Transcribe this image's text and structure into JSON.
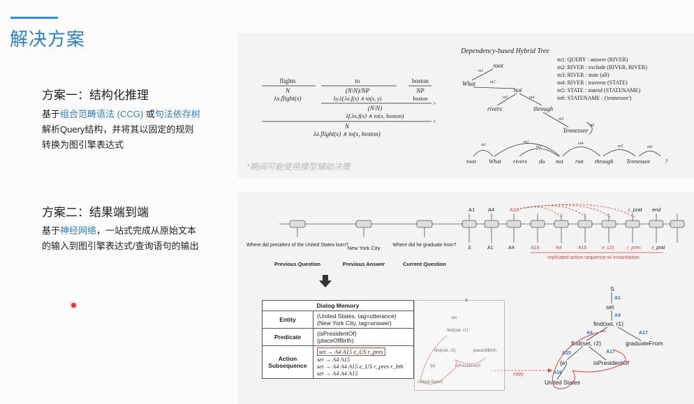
{
  "page": {
    "title": "解决方案"
  },
  "solution1": {
    "heading": "方案一：结构化推理",
    "desc_parts": [
      "基于",
      "组合范畴语法 (CCG)",
      " 或",
      "句法依存树",
      "解析Query结构，并将其以固定的规则转换为图引擎表达式"
    ]
  },
  "solution2": {
    "heading": "方案二：结果端到端",
    "desc_parts": [
      "基于",
      "神经网络",
      "，一站式完成从原始文本的输入到图引擎表达式/查询语句的输出"
    ]
  },
  "panel1": {
    "ccg": {
      "words": [
        "flights",
        "to",
        "boston"
      ],
      "cat_flights": "N",
      "sem_flights": "λx.flight(x)",
      "cat_to": "(N\\N)/NP",
      "sem_to": "λy.λf.λx.f(x) ∧ to(x, y)",
      "cat_boston": "NP",
      "sem_boston": "boston",
      "cat_to2": "(N\\N)",
      "sem_to2": "λf.λx.f(x) ∧ to(x, boston)",
      "cat_final": "N",
      "sem_final": "λx.flight(x) ∧ to(x, boston)",
      "op1": ">",
      "op2": "<"
    },
    "dep_title": "Dependency-based Hybrid Tree",
    "tree_nodes": [
      "root",
      "What",
      "not",
      "rivers",
      "through",
      "Tennessee"
    ],
    "edge_labels": [
      "m1",
      "m2",
      "m3",
      "m4",
      "m5",
      "m6"
    ],
    "mrs": [
      "m1: QUERY : answer (RIVER)",
      "m2: RIVER : exclude (RIVER, RIVER)",
      "m3: RIVER : state (all)",
      "m4: RIVER : traverse (STATE)",
      "m5: STATE : stateid (STATENAME)",
      "m6: STATENAME : ('tennessee')"
    ],
    "sentence": [
      "root",
      "What",
      "rivers",
      "do",
      "not",
      "run",
      "through",
      "Tennessee",
      "?"
    ],
    "note": "*期间可能使用模型辅助决策"
  },
  "panel2": {
    "questions": [
      {
        "text": "Where did president of the United States born?",
        "label": "Previous Question"
      },
      {
        "text": "New York City",
        "label": "Previous Answer"
      },
      {
        "text": "Where did he graduate from?",
        "label": "Current Question"
      }
    ],
    "top_labels": [
      "A1",
      "A4",
      "A19",
      "r_prat",
      "end"
    ],
    "bottom_labels": [
      "S",
      "A1",
      "A4",
      "A19",
      "A4",
      "A15",
      "e_US",
      "r_pres",
      "r_prat"
    ],
    "replicated_caption": "replicated action sequence w/ instantiation",
    "memory": {
      "title": "Dialog Memory",
      "rows": [
        {
          "name": "Entity",
          "lines": [
            "(United States, tag=utterance)",
            "(New York City, tag=answer)"
          ]
        },
        {
          "name": "Predicate",
          "lines": [
            "(isPresidentOf)",
            "(placeOfBirth)"
          ]
        },
        {
          "name": "Action Subsequence",
          "lines": [
            "set → A4 A15 e_US r_pres",
            "set → A4 A15",
            "set → A4 A4 A15 e_US r_pres r_bth",
            "set → A4 A4 A15"
          ]
        }
      ]
    },
    "small_tree": [
      "S",
      "set",
      "find(set, r1)",
      "find(set, r2)",
      "placeOfBirth",
      "{e}",
      "isPresidentOf",
      "United States"
    ],
    "copy_label": "copy",
    "big_tree": {
      "nodes": [
        "S",
        "set",
        "find(set, r1)",
        "find(set, r2)",
        "graduateFrom",
        "{e}",
        "isPresidentOf",
        "United States"
      ],
      "actions": [
        "A1",
        "A4",
        "A4",
        "A17",
        "A15",
        "A17",
        "A16"
      ]
    }
  },
  "colors": {
    "accent": "#2a7fd8",
    "red": "#d9453a",
    "blue_action": "#2a6fd0"
  }
}
